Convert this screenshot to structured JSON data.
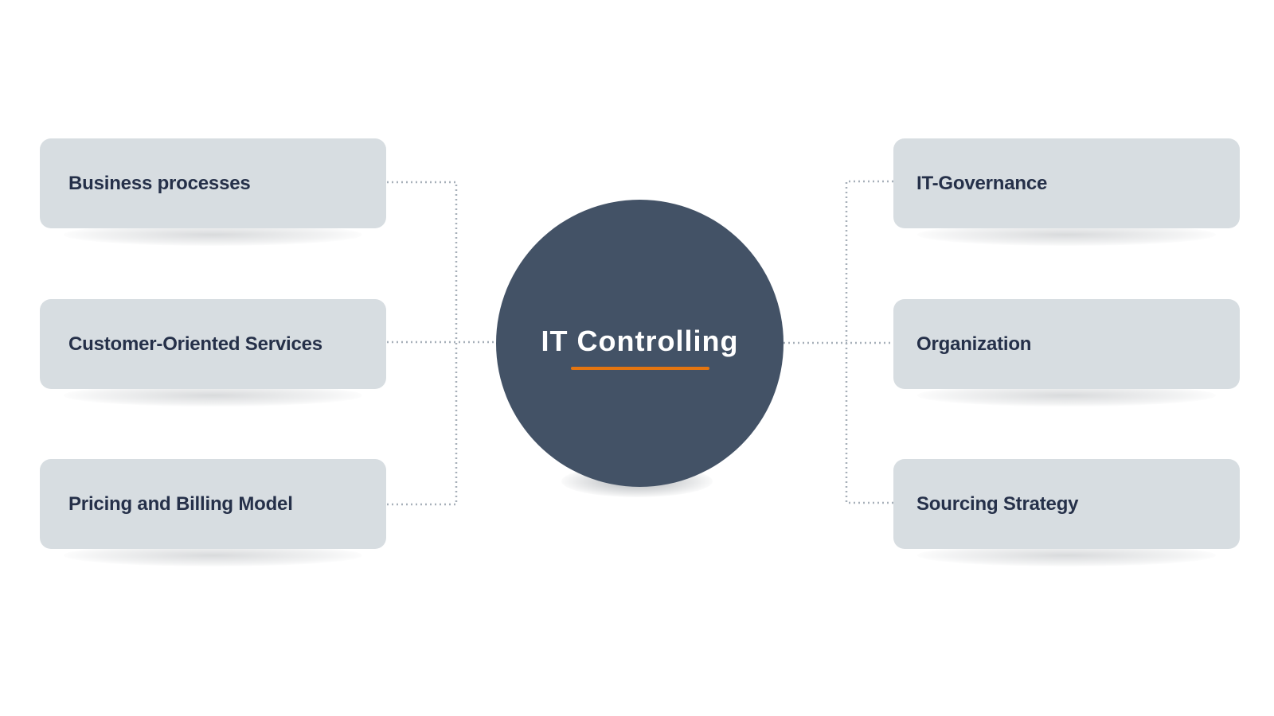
{
  "hub": {
    "title": "IT Controlling",
    "underline_color": "#e5750f",
    "fill_color": "#435266"
  },
  "left_items": [
    {
      "label": "Business processes"
    },
    {
      "label": "Customer-Oriented Services"
    },
    {
      "label": "Pricing and Billing Model"
    }
  ],
  "right_items": [
    {
      "label": "IT-Governance"
    },
    {
      "label": "Organization"
    },
    {
      "label": "Sourcing Strategy"
    }
  ],
  "colors": {
    "box_fill": "#d7dde1",
    "box_text": "#253049",
    "connector": "#a7b0b9"
  }
}
